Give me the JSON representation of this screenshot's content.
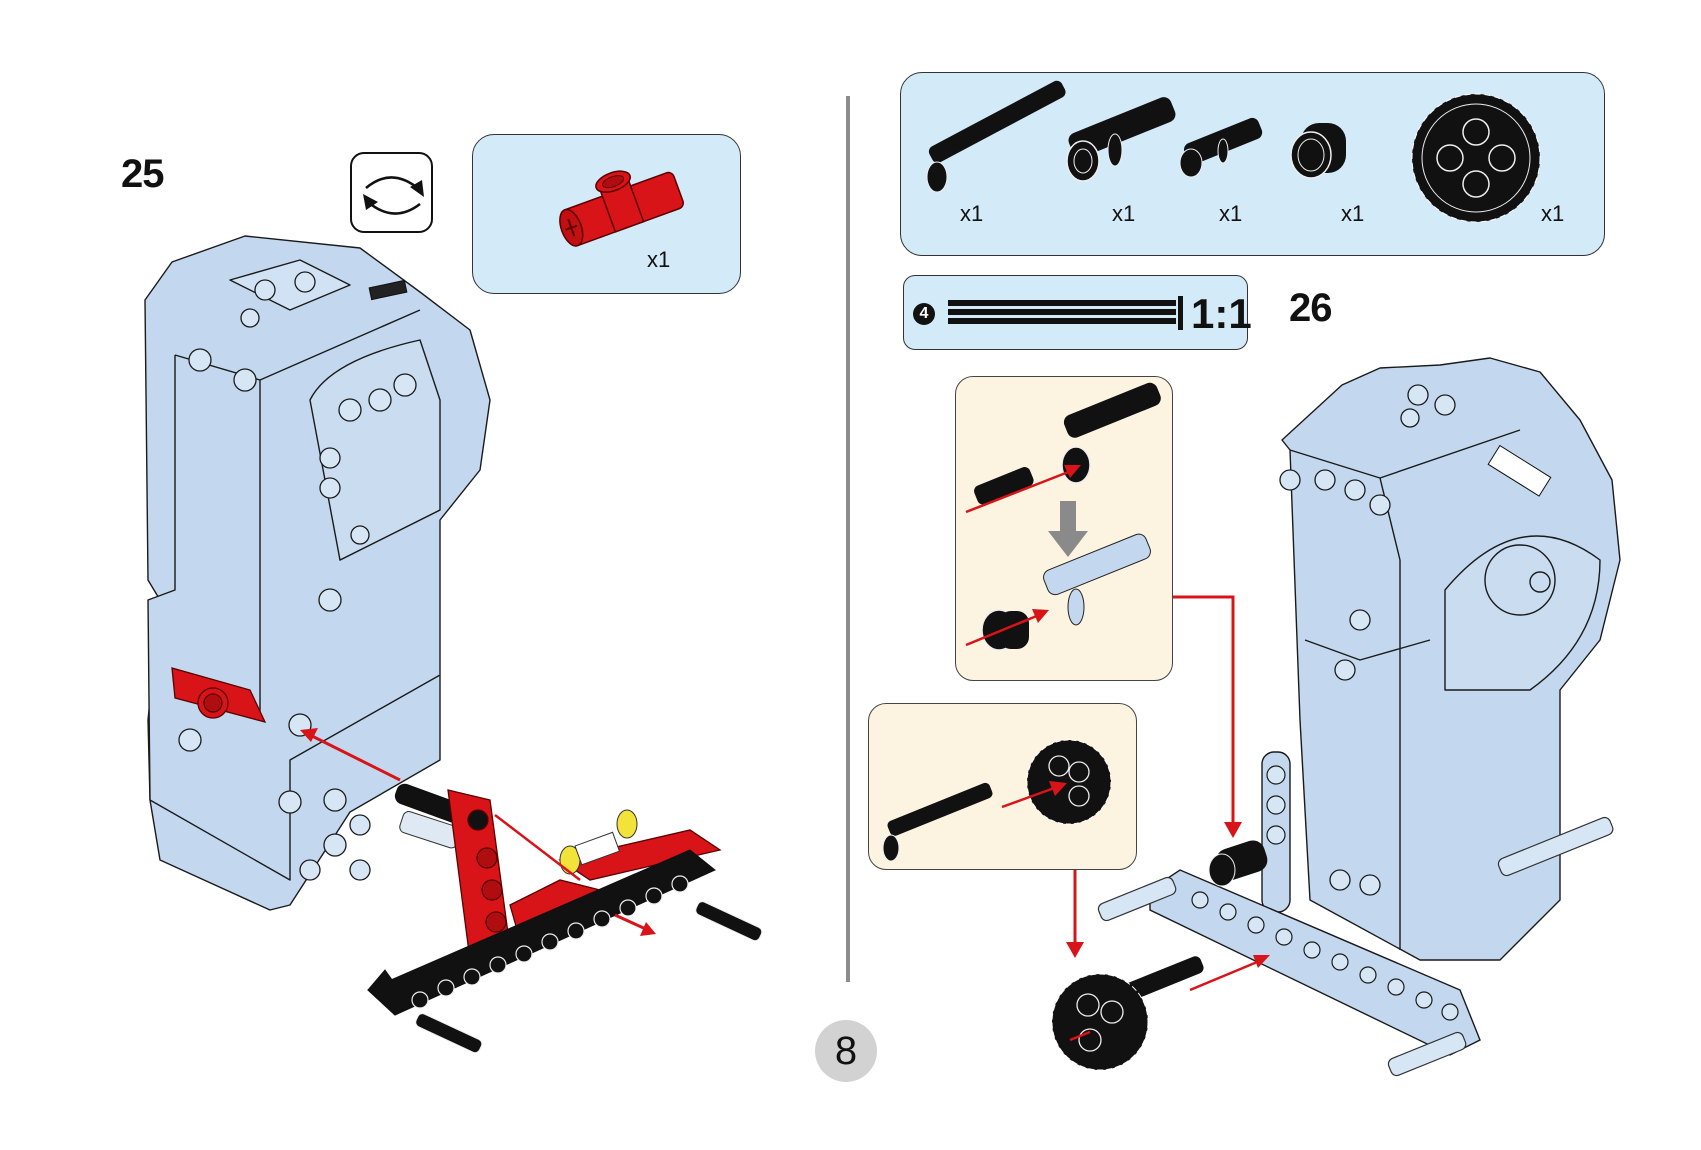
{
  "page": {
    "page_number": "8",
    "colors": {
      "parts_box_bg": "#d3eaf8",
      "subassembly_bg": "#fdf3e1",
      "model_body": "#c3d8ee",
      "accent_red": "#d81418",
      "brick_black": "#111111",
      "divider": "#8c8c8c",
      "page_badge": "#d2d2d2",
      "pin_yellow": "#f2e23a"
    }
  },
  "step25": {
    "number": "25",
    "rotate_icon": "rotate-model-icon",
    "parts": [
      {
        "name": "axle-pin-connector-perpendicular",
        "color": "red",
        "qty": "x1"
      }
    ]
  },
  "step26": {
    "number": "26",
    "parts": [
      {
        "name": "axle-with-stop",
        "color": "black",
        "qty": "x1"
      },
      {
        "name": "long-pin-with-bushing",
        "color": "black",
        "qty": "x1"
      },
      {
        "name": "axle-pin",
        "color": "black",
        "qty": "x1"
      },
      {
        "name": "bush-half",
        "color": "black",
        "qty": "x1"
      },
      {
        "name": "gear-24-tooth",
        "color": "black",
        "qty": "x1"
      }
    ],
    "ruler": {
      "badge": "4",
      "ratio": "1:1",
      "label": "axle-length-gauge"
    },
    "subassemblies": [
      {
        "name": "pin-axle-bush-subassembly",
        "steps": 2
      },
      {
        "name": "axle-gear-subassembly",
        "steps": 1
      }
    ]
  }
}
